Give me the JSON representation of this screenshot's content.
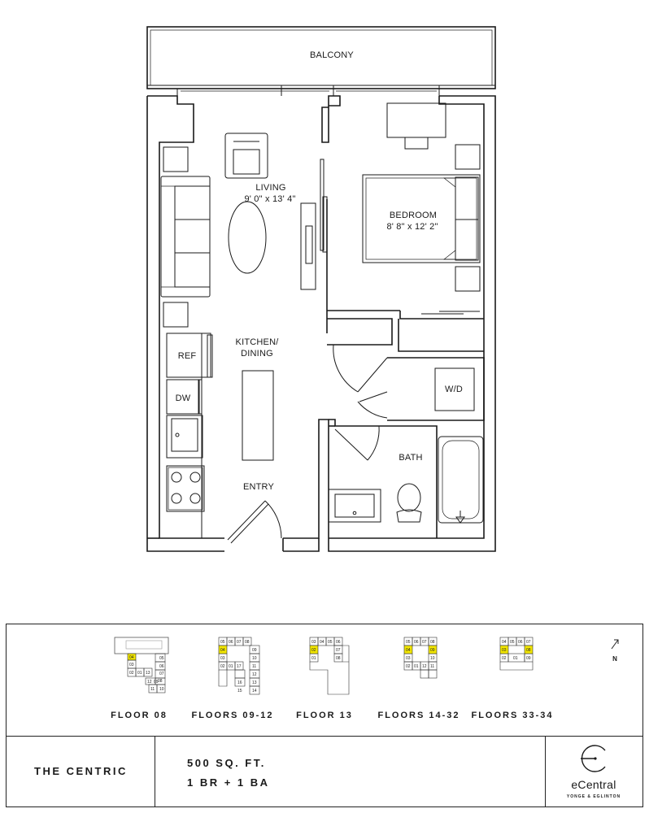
{
  "plan": {
    "rooms": {
      "balcony": "BALCONY",
      "living": "LIVING",
      "living_dim": "9' 0\" x 13' 4\"",
      "bedroom": "BEDROOM",
      "bedroom_dim": "8' 8\" x 12' 2\"",
      "kitchen": "KITCHEN/",
      "dining": "DINING",
      "ref": "REF",
      "dw": "DW",
      "wd": "W/D",
      "bath": "BATH",
      "entry": "ENTRY"
    }
  },
  "key_plan": {
    "floors": [
      {
        "label": "FLOOR 08",
        "units": [
          "04",
          "05",
          "03",
          "06",
          "02",
          "01",
          "13",
          "07",
          "08",
          "12",
          "09",
          "11",
          "10"
        ]
      },
      {
        "label": "FLOORS 09-12",
        "units": [
          "05",
          "06",
          "07",
          "08",
          "04",
          "09",
          "03",
          "10",
          "02",
          "01",
          "17",
          "11",
          "12",
          "16",
          "13",
          "14",
          "15"
        ]
      },
      {
        "label": "FLOOR 13",
        "units": [
          "03",
          "04",
          "05",
          "06",
          "02",
          "07",
          "01",
          "08"
        ]
      },
      {
        "label": "FLOORS 14-32",
        "units": [
          "05",
          "06",
          "07",
          "08",
          "04",
          "09",
          "03",
          "10",
          "02",
          "01",
          "12",
          "11"
        ]
      },
      {
        "label": "FLOORS 33-34",
        "units": [
          "04",
          "05",
          "06",
          "07",
          "03",
          "08",
          "02",
          "01",
          "09"
        ]
      }
    ],
    "north_label": "N"
  },
  "unit": {
    "name": "THE CENTRIC",
    "area": "500 SQ. FT.",
    "beds_baths": "1 BR + 1 BA"
  },
  "brand": {
    "name": "eCentral",
    "tagline": "YONGE & EGLINTON"
  },
  "colors": {
    "highlight": "#f2e600",
    "line": "#1a1a1a"
  }
}
